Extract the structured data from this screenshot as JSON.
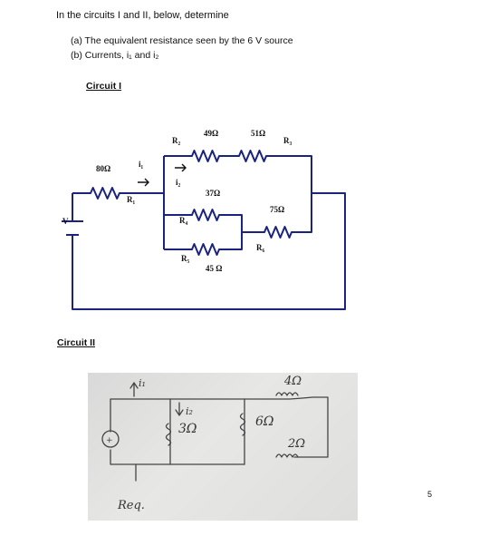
{
  "question": {
    "title": "In the circuits I and II, below, determine",
    "part_a": "(a) The equivalent resistance seen by the 6 V source",
    "part_b": "(b) Currents, i₁ and i₂"
  },
  "circuit1": {
    "heading": "Circuit I",
    "labels": {
      "r1": "R₁",
      "r1_value": "80Ω",
      "r2": "R₂",
      "r2_value": "49Ω",
      "r3": "R₃",
      "r3_value": "51Ω",
      "r4": "R₄",
      "r4_value": "37Ω",
      "r5": "R₅",
      "r5_value": "45 Ω",
      "r6": "R₆",
      "r6_value": "75Ω",
      "i1": "i₁",
      "i2": "i₂",
      "source": "V"
    },
    "wire_color": "#1a237e"
  },
  "circuit2": {
    "heading": "Circuit II",
    "labels": {
      "i1": "i₁",
      "i2": "i₂",
      "r_3": "3Ω",
      "r_6": "6Ω",
      "r_4": "4Ω",
      "r_2": "2Ω",
      "req": "Req."
    },
    "ink_color": "#444444"
  },
  "page": {
    "number": "5"
  }
}
